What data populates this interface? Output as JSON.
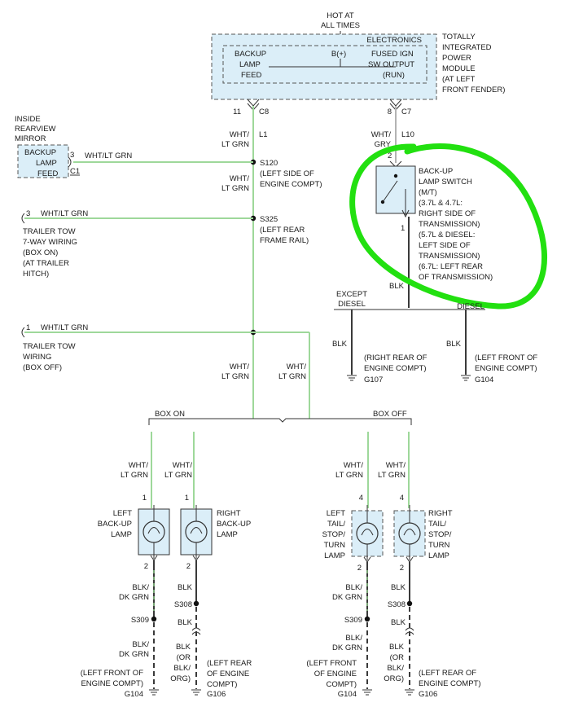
{
  "tipm": {
    "hot": "HOT AT",
    "hot2": "ALL TIMES",
    "electronics": "ELECTRONICS",
    "backup1": "BACKUP",
    "backup2": "LAMP",
    "backup3": "FEED",
    "bplus": "B(+)",
    "fused1": "FUSED IGN",
    "fused2": "SW OUTPUT",
    "fused3": "(RUN)",
    "title1": "TOTALLY",
    "title2": "INTEGRATED",
    "title3": "POWER",
    "title4": "MODULE",
    "title5": "(AT LEFT",
    "title6": "FRONT FENDER)",
    "pin11": "11",
    "c8": "C8",
    "pin8": "8",
    "c7": "C7"
  },
  "wires": {
    "wht1": "WHT/",
    "ltgrn1": "LT GRN",
    "l1": "L1",
    "whtgry1": "WHT/",
    "gry1": "GRY",
    "l10": "L10",
    "wht_ltgrn_inline": "WHT/LT GRN",
    "wht2": "WHT/",
    "ltgrn2": "LT GRN",
    "wht3": "WHT/",
    "ltgrn3": "LT GRN",
    "wht4": "WHT/",
    "ltgrn4": "LT GRN",
    "blk": "BLK",
    "blkdkgrn1": "BLK/",
    "blkdkgrn2": "DK GRN",
    "blkor1": "BLK",
    "blkor2": "(OR",
    "blkor3": "BLK/",
    "blkor4": "ORG)"
  },
  "mirror": {
    "l1": "INSIDE",
    "l2": "REARVIEW",
    "l3": "MIRROR",
    "b1": "BACKUP",
    "b2": "LAMP",
    "b3": "FEED",
    "pin": "3",
    "conn": "C1"
  },
  "splices": {
    "s120": "S120",
    "s120a": "(LEFT SIDE OF",
    "s120b": "ENGINE COMPT)",
    "s325": "S325",
    "s325a": "(LEFT REAR",
    "s325b": "FRAME RAIL)",
    "s309": "S309",
    "s308": "S308"
  },
  "trailer_on": {
    "pin": "3",
    "l1": "TRAILER TOW",
    "l2": "7-WAY WIRING",
    "l3": "(BOX ON)",
    "l4": "(AT TRAILER",
    "l5": "HITCH)"
  },
  "trailer_off": {
    "pin": "1",
    "l1": "TRAILER TOW",
    "l2": "WIRING",
    "l3": "(BOX OFF)"
  },
  "switch": {
    "l1": "BACK-UP",
    "l2": "LAMP SWITCH",
    "l3": "(M/T)",
    "l4": "(3.7L & 4.7L:",
    "l5": "RIGHT SIDE OF",
    "l6": "TRANSMISSION)",
    "l7": "(5.7L & DIESEL:",
    "l8": "LEFT SIDE OF",
    "l9": "TRANSMISSION)",
    "l10": "(6.7L: LEFT REAR",
    "l11": "OF TRANSMISSION)",
    "pin2": "2",
    "pin1": "1"
  },
  "grounds": {
    "except1": "EXCEPT",
    "except2": "DIESEL",
    "diesel": "DIESEL",
    "g107a": "(RIGHT REAR OF",
    "g107b": "ENGINE COMPT)",
    "g107": "G107",
    "g104a": "(LEFT FRONT OF",
    "g104b": "ENGINE COMPT)",
    "g104": "G104",
    "lf1": "(LEFT FRONT OF",
    "lf2": "ENGINE COMPT)",
    "lr1": "(LEFT REAR",
    "lr2": "OF ENGINE",
    "lr3": "COMPT)",
    "lf3": "(LEFT FRONT",
    "lf4": "OF ENGINE",
    "lf5": "COMPT)",
    "lr4": "(LEFT REAR OF",
    "lr5": "ENGINE COMPT)",
    "g106": "G106"
  },
  "box": {
    "on": "BOX ON",
    "off": "BOX OFF"
  },
  "lamps": {
    "lbu1": "LEFT",
    "lbu2": "BACK-UP",
    "lbu3": "LAMP",
    "rbu1": "RIGHT",
    "rbu2": "BACK-UP",
    "rbu3": "LAMP",
    "lt1": "LEFT",
    "lt2": "TAIL/",
    "lt3": "STOP/",
    "lt4": "TURN",
    "lt5": "LAMP",
    "rt1": "RIGHT",
    "rt2": "TAIL/",
    "rt3": "STOP/",
    "rt4": "TURN",
    "rt5": "LAMP",
    "p1": "1",
    "p2": "2",
    "p4": "4"
  }
}
